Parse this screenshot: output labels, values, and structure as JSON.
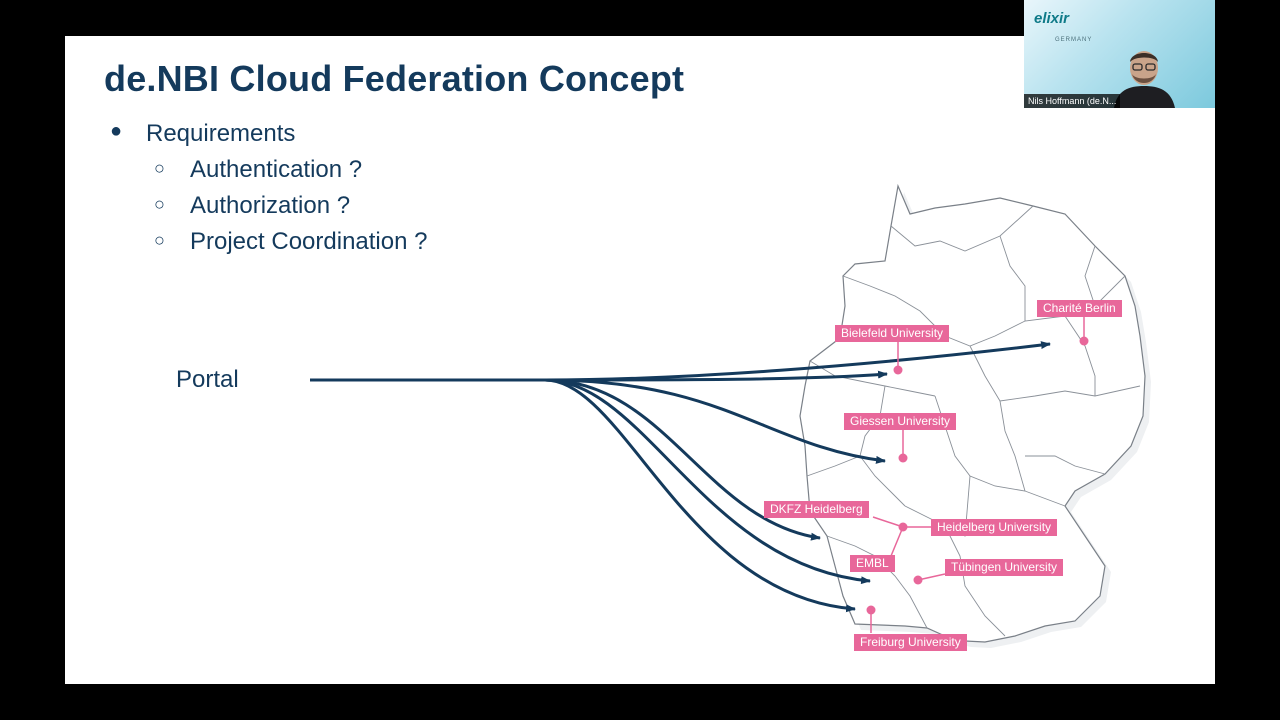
{
  "slide": {
    "title": "de.NBI Cloud Federation Concept",
    "bullets": {
      "main": "Requirements",
      "main_marker": "●",
      "sub_marker": "○",
      "subs": [
        "Authentication ?",
        "Authorization ?",
        "Project Coordination ?"
      ]
    },
    "portal_label": "Portal",
    "sites": [
      "Charité Berlin",
      "Bielefeld University",
      "Giessen University",
      "DKFZ Heidelberg",
      "Heidelberg University",
      "EMBL",
      "Tübingen University",
      "Freiburg University"
    ],
    "colors": {
      "title": "#143a5c",
      "arrow": "#143a5c",
      "site_label": "#e8679a"
    }
  },
  "video": {
    "logo_text": "elixir",
    "logo_subtext": "GERMANY",
    "participant_name": "Nils Hoffmann (de.N..."
  }
}
